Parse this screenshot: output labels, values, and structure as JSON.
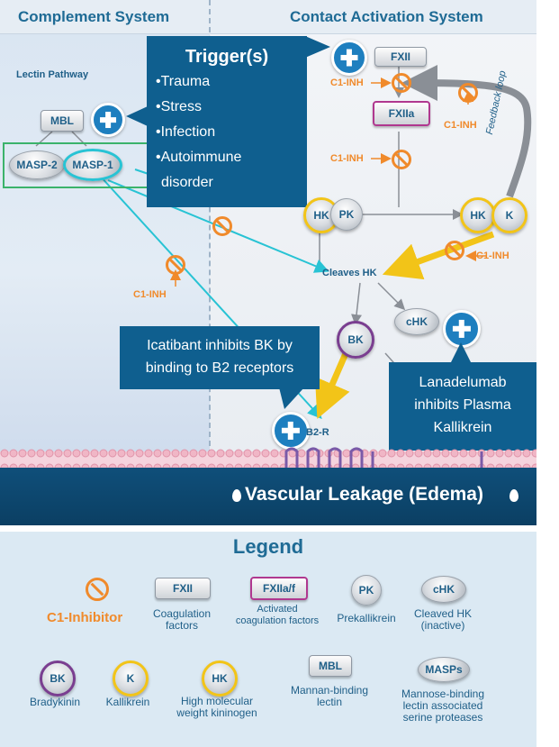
{
  "header": {
    "left_title": "Complement System",
    "right_title": "Contact Activation System"
  },
  "left": {
    "pathway_label": "Lectin Pathway",
    "mbl": "MBL",
    "masp2": "MASP-2",
    "masp1": "MASP-1",
    "c1inh": "C1-INH"
  },
  "contact": {
    "fxii": "FXII",
    "fxiia": "FXIIa",
    "c1inh_1": "C1-INH",
    "c1inh_2": "C1-INH",
    "c1inh_3": "C1-INH",
    "c1inh_4": "C1-INH",
    "feedback": "Feedback loop",
    "hk_left": "HK",
    "pk": "PK",
    "hk_right": "HK",
    "k": "K",
    "cleaves": "Cleaves HK",
    "chk": "cHK",
    "bk": "BK",
    "b2r": "B2-R"
  },
  "callouts": {
    "trigger_title": "Trigger(s)",
    "triggers": [
      "Trauma",
      "Stress",
      "Infection",
      "Autoimmune"
    ],
    "trigger_tail": "disorder",
    "icatibant_1": "Icatibant inhibits BK by",
    "icatibant_2": "binding to B2 receptors",
    "lanadelumab_1": "Lanadelumab",
    "lanadelumab_2": "inhibits Plasma",
    "lanadelumab_3": "Kallikrein"
  },
  "banner": "Vascular Leakage (Edema)",
  "legend": {
    "title": "Legend",
    "c1_inhibitor": "C1-Inhibitor",
    "fxii": "FXII",
    "coag_1": "Coagulation",
    "coag_2": "factors",
    "fxiia_f": "FXIIa/f",
    "act_1": "Activated",
    "act_2": "coagulation factors",
    "pk": "PK",
    "prekallikrein": "Prekallikrein",
    "chk": "cHK",
    "chk_1": "Cleaved HK",
    "chk_2": "(inactive)",
    "bk": "BK",
    "bradykinin": "Bradykinin",
    "k": "K",
    "kallikrein": "Kallikrein",
    "hk": "HK",
    "hk_1": "High molecular",
    "hk_2": "weight kininogen",
    "mbl": "MBL",
    "mbl_1": "Mannan-binding",
    "mbl_2": "lectin",
    "masps": "MASPs",
    "masps_1": "Mannose-binding",
    "masps_2": "lectin associated",
    "masps_3": "serine proteases"
  },
  "colors": {
    "brand_blue": "#0f5f8f",
    "orange": "#f08a2b",
    "yellow": "#f2c418",
    "cyan": "#28c3d4",
    "magenta": "#b0388f",
    "purple": "#7a3e90"
  }
}
